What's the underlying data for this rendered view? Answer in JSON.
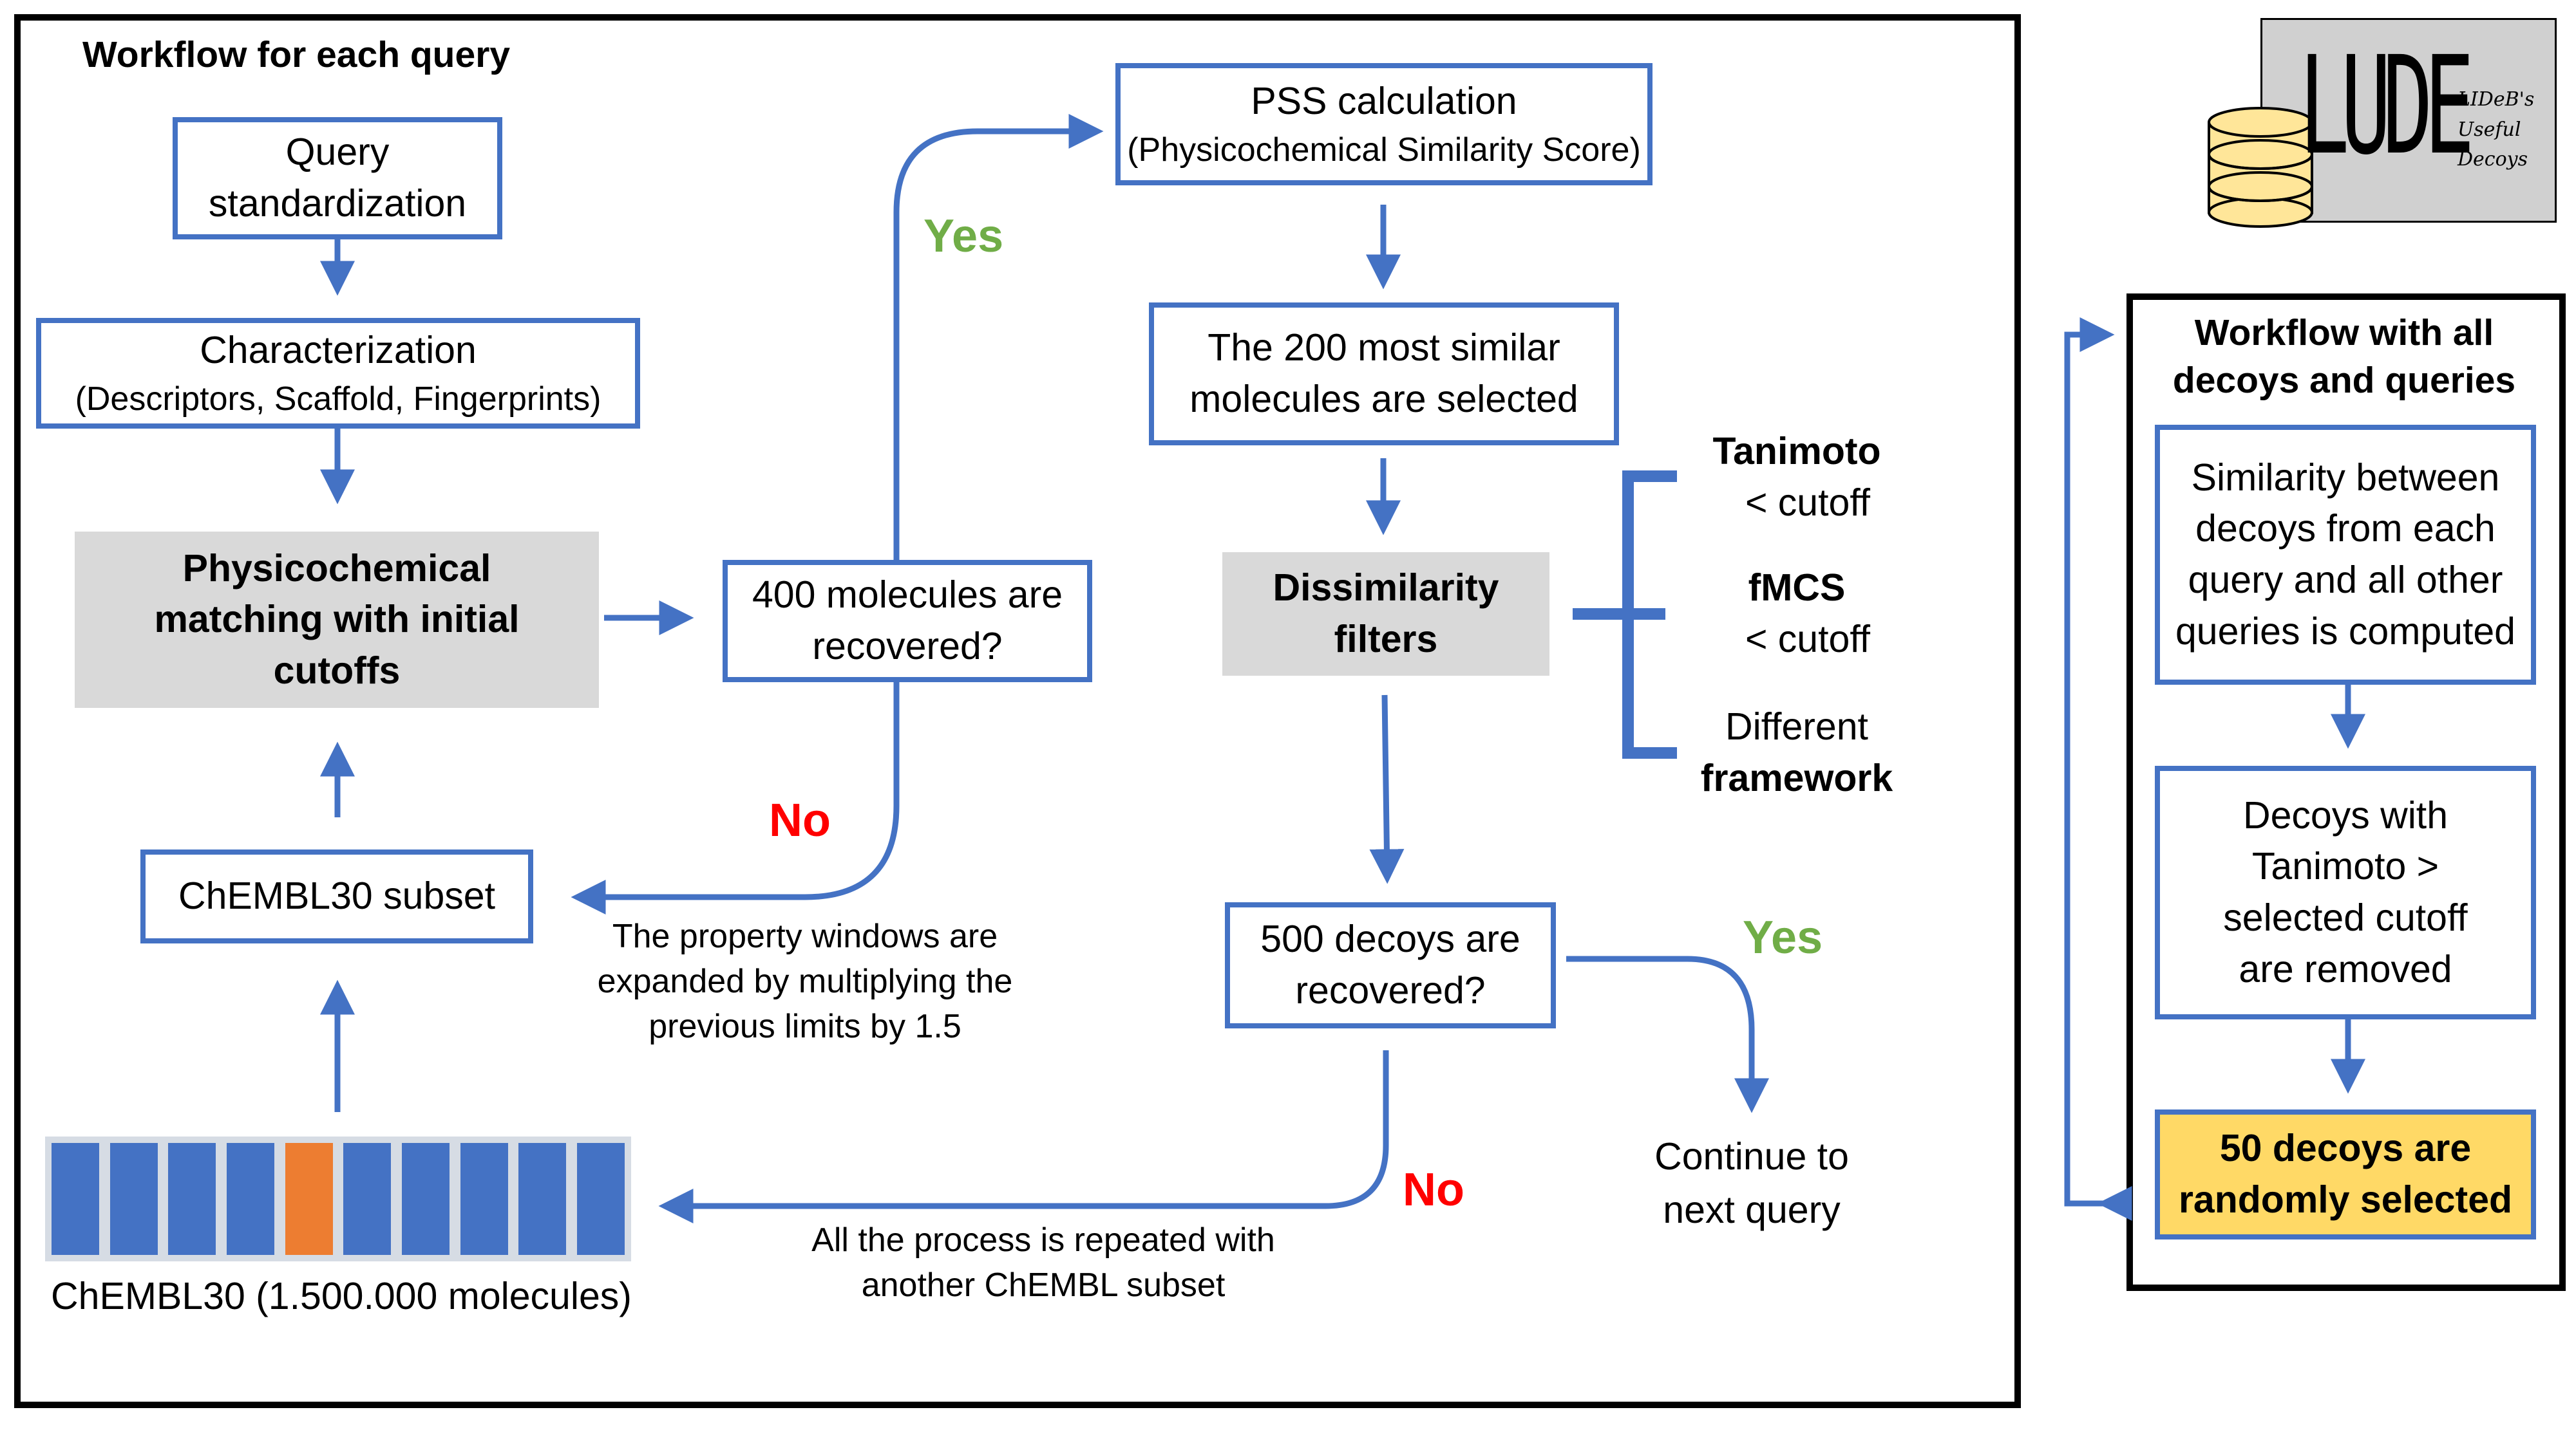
{
  "main_panel": {
    "title": "Workflow for each query",
    "query_standardization": [
      "Query",
      "standardization"
    ],
    "characterization": {
      "line1": "Characterization",
      "line2": "(Descriptors, Scaffold, Fingerprints)"
    },
    "physchem_matching": [
      "Physicochemical",
      "matching with initial",
      "cutoffs"
    ],
    "recovered_400": [
      "400 molecules are",
      "recovered?"
    ],
    "chembl_subset": "ChEMBL30 subset",
    "chembl_full": "ChEMBL30 (1.500.000 molecules)",
    "pss": {
      "line1": "PSS calculation",
      "line2": "(Physicochemical Similarity Score)"
    },
    "most_similar": [
      "The 200 most similar",
      "molecules are selected"
    ],
    "dissimilarity": [
      "Dissimilarity",
      "filters"
    ],
    "filters": {
      "tanimoto": "Tanimoto",
      "tanimoto_rule": "< cutoff",
      "fmcs": "fMCS",
      "fmcs_rule": "< cutoff",
      "different": "Different",
      "framework": "framework"
    },
    "recovered_500": [
      "500 decoys are",
      "recovered?"
    ],
    "continue": [
      "Continue to",
      "next query"
    ],
    "yes_label": "Yes",
    "no_label": "No",
    "expand_note": [
      "The property windows are",
      "expanded by multiplying the",
      "previous limits by 1.5"
    ],
    "repeat_note": [
      "All the process is repeated with",
      "another ChEMBL subset"
    ]
  },
  "logo": {
    "word": "LUDE",
    "tagline": [
      "LIDeB's",
      "Useful",
      "Decoys"
    ]
  },
  "side_panel": {
    "title": [
      "Workflow with all",
      "decoys and queries"
    ],
    "similarity": [
      "Similarity between",
      "decoys from each",
      "query and all other",
      "queries is computed"
    ],
    "decoys_removed": [
      "Decoys with",
      "Tanimoto >",
      "selected cutoff",
      "are removed"
    ],
    "random_selected": [
      "50 decoys are",
      "randomly selected"
    ]
  },
  "colors": {
    "box_border": "#4472c4",
    "gray_fill": "#d9d9d9",
    "yes": "#70ad47",
    "no": "#ff0000",
    "highlight_fill": "#ffd966",
    "bar_blue": "#4472c4",
    "bar_orange": "#ed7d31"
  },
  "icons": [
    "database-icon",
    "arrow-icon"
  ]
}
